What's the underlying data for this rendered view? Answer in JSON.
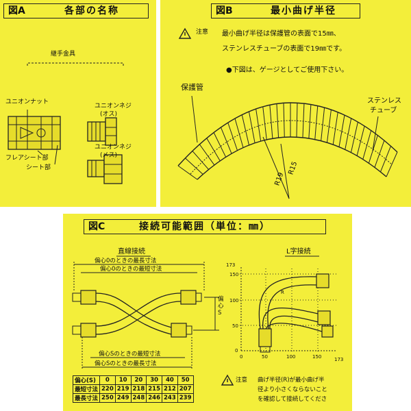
{
  "panel_a": {
    "label": "図A",
    "title": "各部の名称",
    "fitting": "継手金具",
    "union_nut": "ユニオンナット",
    "union_screw_male": "ユニオンネジ",
    "male": "(オス)",
    "union_screw_female": "ユニオンネジ",
    "female": "(メス)",
    "flare_seat": "フレアシート部",
    "seat": "シート部"
  },
  "panel_b": {
    "label": "図B",
    "title": "最小曲げ半径",
    "caution_label": "注意",
    "note_line1": "最小曲げ半径は保護管の表面で15㎜、",
    "note_line2": "ステンレスチューブの表面で19㎜です。",
    "note_line3": "●下図は、ゲージとしてご使用下さい。",
    "protective_tube": "保護管",
    "stainless": "ステンレス",
    "tube": "チューブ",
    "r19": "R19",
    "r15": "R15"
  },
  "panel_c": {
    "label": "図C",
    "title": "接続可能範囲（単位：㎜）",
    "straight_label": "直線接続",
    "l_label": "L字接続",
    "dim_max_0": "偏心0のときの最長寸法",
    "dim_min_0": "偏心0のときの最短寸法",
    "offset_label": "偏心S",
    "dim_min_s": "偏心Sのときの最短寸法",
    "dim_max_s": "偏心Sのときの最長寸法",
    "y_ticks": [
      "173",
      "150",
      "100",
      "50",
      "0"
    ],
    "x_ticks": [
      "0",
      "50",
      "100",
      "150",
      "173"
    ],
    "r": "R",
    "caution_label": "注意",
    "caution_line1": "曲げ半径(R)が最小曲げ半",
    "caution_line2": "径より小さくならないこと",
    "caution_line3": "を確認して接続してくださ",
    "table": {
      "header": "偏心(S)",
      "offsets": [
        "0",
        "10",
        "20",
        "30",
        "40",
        "50"
      ],
      "rows": [
        {
          "label": "最短寸法",
          "values": [
            "220",
            "219",
            "218",
            "215",
            "212",
            "207"
          ]
        },
        {
          "label": "最長寸法",
          "values": [
            "250",
            "249",
            "248",
            "246",
            "243",
            "239"
          ]
        }
      ]
    }
  }
}
